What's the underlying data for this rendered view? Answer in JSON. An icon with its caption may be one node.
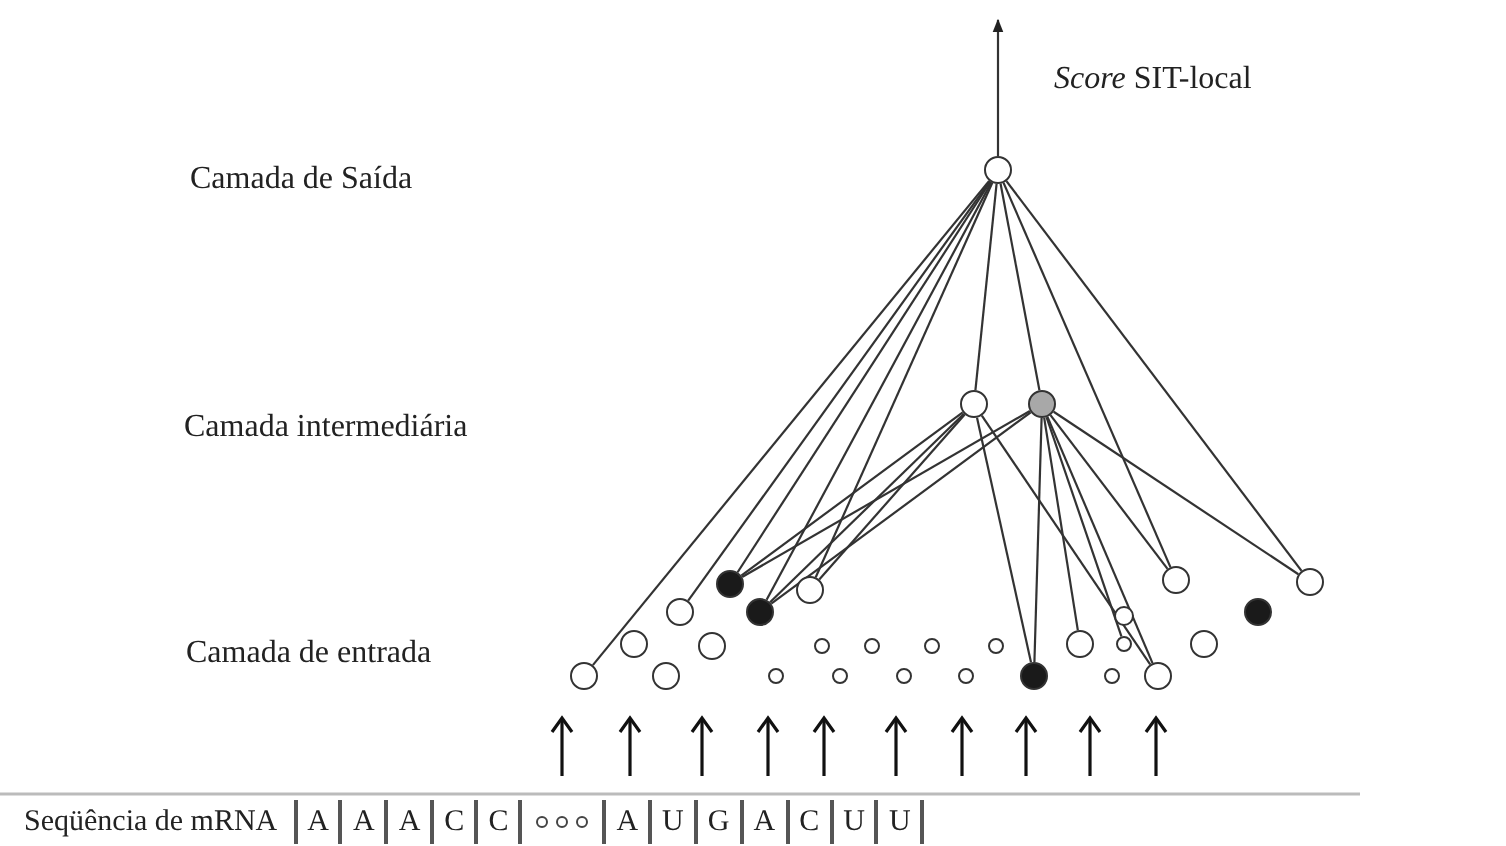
{
  "diagram": {
    "nodes": [
      {
        "text": [],
        "shape": "circle"
      },
      {
        "text": [],
        "shape": "circle"
      },
      {
        "text": [],
        "shape": "circle"
      },
      {
        "text": [],
        "shape": "circle"
      },
      {
        "text": [],
        "shape": "circle"
      },
      {
        "text": [],
        "shape": "circle"
      },
      {
        "text": [],
        "shape": "circle"
      },
      {
        "text": [],
        "shape": "circle"
      },
      {
        "text": [],
        "shape": "circle"
      },
      {
        "text": [],
        "shape": "circle"
      },
      {
        "text": [],
        "shape": "circle"
      },
      {
        "text": [],
        "shape": "circle"
      },
      {
        "text": [],
        "shape": "circle"
      },
      {
        "text": [],
        "shape": "circle"
      },
      {
        "text": [],
        "shape": "circle"
      },
      {
        "text": [],
        "shape": "circle"
      },
      {
        "text": [],
        "shape": "circle"
      },
      {
        "text": [],
        "shape": "circle"
      },
      {
        "text": [],
        "shape": "circle"
      },
      {
        "text": [],
        "shape": "circle"
      },
      {
        "text": [],
        "shape": "circle"
      },
      {
        "text": [],
        "shape": "circle"
      },
      {
        "text": [],
        "shape": "circle"
      },
      {
        "text": [],
        "shape": "circle"
      },
      {
        "text": [],
        "shape": "circle"
      },
      {
        "text": [],
        "shape": "circle"
      },
      {
        "text": [],
        "shape": "circle"
      },
      {
        "text": [],
        "shape": "circle"
      },
      {
        "text": [],
        "shape": "circle"
      }
    ],
    "edges": [
      {
        "from": 0,
        "to": null,
        "arrow": "to"
      },
      {
        "from": 0,
        "to": 3,
        "arrow": "none"
      },
      {
        "from": 0,
        "to": 6,
        "arrow": "none"
      },
      {
        "from": 0,
        "to": 8,
        "arrow": "none"
      },
      {
        "from": 0,
        "to": 9,
        "arrow": "none"
      },
      {
        "from": 0,
        "to": 11,
        "arrow": "none"
      },
      {
        "from": 0,
        "to": 1,
        "arrow": "none"
      },
      {
        "from": 0,
        "to": 2,
        "arrow": "none"
      },
      {
        "from": 0,
        "to": 25,
        "arrow": "none"
      },
      {
        "from": 0,
        "to": 28,
        "arrow": "none"
      },
      {
        "from": 1,
        "to": 11,
        "arrow": "none"
      },
      {
        "from": 1,
        "to": 8,
        "arrow": "none"
      },
      {
        "from": 1,
        "to": 9,
        "arrow": "none"
      },
      {
        "from": 1,
        "to": 19,
        "arrow": "none"
      },
      {
        "from": 1,
        "to": 24,
        "arrow": "none"
      },
      {
        "from": 2,
        "to": 20,
        "arrow": "none"
      },
      {
        "from": 2,
        "to": 8,
        "arrow": "none"
      },
      {
        "from": 2,
        "to": 9,
        "arrow": "none"
      },
      {
        "from": 2,
        "to": 19,
        "arrow": "none"
      },
      {
        "from": 2,
        "to": 23,
        "arrow": "none"
      },
      {
        "from": 2,
        "to": 24,
        "arrow": "none"
      },
      {
        "from": 2,
        "to": 25,
        "arrow": "none"
      },
      {
        "from": 2,
        "to": 28,
        "arrow": "none"
      }
    ],
    "labels": [
      "*Score* SIT-local",
      "Camada de Saída",
      "Camada intermediária",
      "Camada de entrada",
      "Seqüência de mRNA",
      "A",
      "A",
      "A",
      "C",
      "C",
      "A",
      "U",
      "G",
      "A",
      "C",
      "U",
      "U"
    ]
  }
}
